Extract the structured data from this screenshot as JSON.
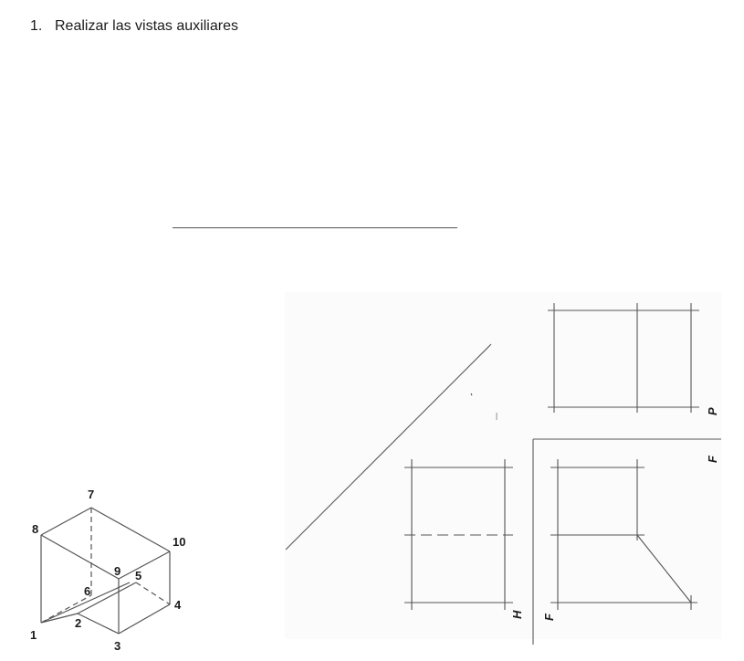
{
  "instruction": {
    "number": "1.",
    "text": "Realizar las vistas auxiliares"
  },
  "isometric": {
    "vertex_labels": [
      "1",
      "2",
      "3",
      "4",
      "5",
      "6",
      "7",
      "8",
      "9",
      "10"
    ]
  },
  "projection_planes": {
    "P": "P",
    "F_top": "F",
    "H": "H",
    "F_bottom": "F"
  },
  "colors": {
    "line": "#555555",
    "text": "#1a1a1a"
  }
}
